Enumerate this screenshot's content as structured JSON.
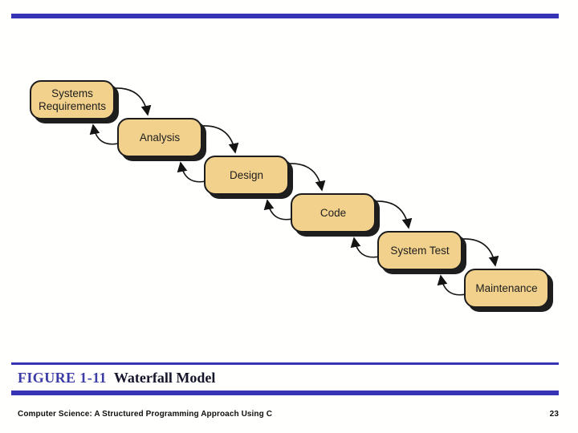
{
  "slide": {
    "figure": {
      "label": "FIGURE 1-11",
      "title": "Waterfall Model"
    },
    "footer": {
      "book_title": "Computer Science: A Structured Programming Approach Using C",
      "page_number": "23"
    }
  },
  "diagram": {
    "type": "flow",
    "description": "Waterfall model cascade with forward and feedback arrows between consecutive phases",
    "stages": [
      {
        "label": "Systems Requirements"
      },
      {
        "label": "Analysis"
      },
      {
        "label": "Design"
      },
      {
        "label": "Code"
      },
      {
        "label": "System Test"
      },
      {
        "label": "Maintenance"
      }
    ]
  },
  "colors": {
    "accent-bar": "#3633b4",
    "figure-label": "#3c3ca6",
    "box-fill": "#f2d18d",
    "box-border": "#1c1c1c",
    "box-shadow": "#1e1e1e",
    "arrow-color": "#141414"
  }
}
